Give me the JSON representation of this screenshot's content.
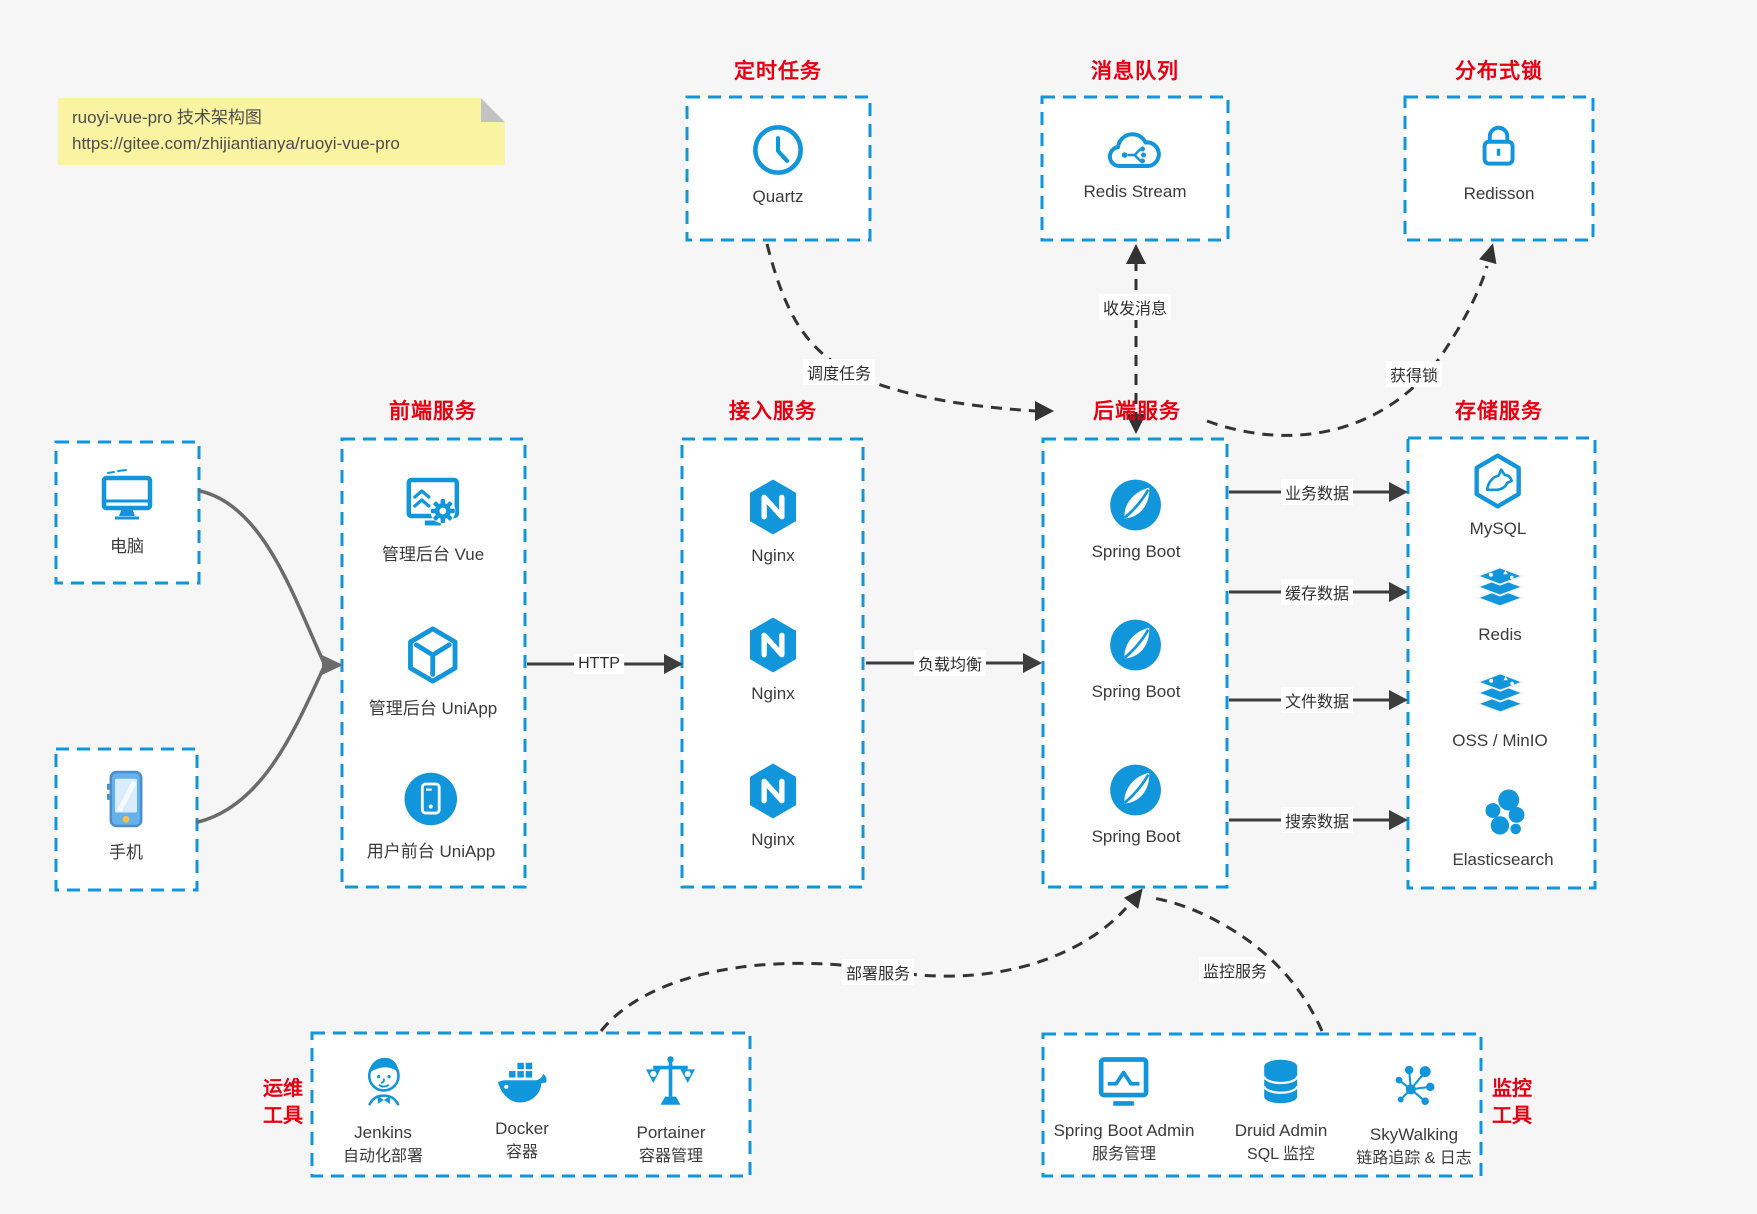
{
  "note": {
    "line1": "ruoyi-vue-pro 技术架构图",
    "line2": "https://gitee.com/zhijiantianya/ruoyi-vue-pro"
  },
  "colors": {
    "accent_blue": "#1296db",
    "title_red": "#e60012",
    "text_dark": "#3b3b3b",
    "note_yellow": "#faf3a2",
    "dashed_arrow": "#333333",
    "solid_arrow": "#3d3d3d",
    "client_arrow": "#6b6b6b",
    "background": "#f6f6f6"
  },
  "sections": {
    "scheduled_job": {
      "title": "定时任务",
      "item": {
        "label": "Quartz",
        "icon": "clock-icon"
      }
    },
    "message_queue": {
      "title": "消息队列",
      "item": {
        "label": "Redis Stream",
        "icon": "cloud-stream-icon"
      }
    },
    "distributed_lock": {
      "title": "分布式锁",
      "item": {
        "label": "Redisson",
        "icon": "lock-icon"
      }
    },
    "clients": {
      "pc": {
        "label": "电脑",
        "icon": "desktop-icon"
      },
      "mobile": {
        "label": "手机",
        "icon": "smartphone-icon"
      }
    },
    "frontend": {
      "title": "前端服务",
      "items": [
        {
          "label": "管理后台 Vue",
          "icon": "admin-vue-icon"
        },
        {
          "label": "管理后台 UniApp",
          "icon": "uniapp-hexagon-icon"
        },
        {
          "label": "用户前台 UniApp",
          "icon": "uniapp-app-icon"
        }
      ]
    },
    "gateway": {
      "title": "接入服务",
      "items": [
        {
          "label": "Nginx",
          "icon": "nginx-icon"
        },
        {
          "label": "Nginx",
          "icon": "nginx-icon"
        },
        {
          "label": "Nginx",
          "icon": "nginx-icon"
        }
      ]
    },
    "backend": {
      "title": "后端服务",
      "items": [
        {
          "label": "Spring Boot",
          "icon": "spring-boot-icon"
        },
        {
          "label": "Spring Boot",
          "icon": "spring-boot-icon"
        },
        {
          "label": "Spring Boot",
          "icon": "spring-boot-icon"
        }
      ]
    },
    "storage": {
      "title": "存储服务",
      "items": [
        {
          "label": "MySQL",
          "icon": "mysql-icon"
        },
        {
          "label": "Redis",
          "icon": "redis-stack-icon"
        },
        {
          "label": "OSS / MinIO",
          "icon": "object-storage-icon"
        },
        {
          "label": "Elasticsearch",
          "icon": "elasticsearch-icon"
        }
      ]
    },
    "ops_tools": {
      "title_line1": "运维",
      "title_line2": "工具",
      "items": [
        {
          "name": "Jenkins",
          "desc": "自动化部署",
          "icon": "jenkins-icon"
        },
        {
          "name": "Docker",
          "desc": "容器",
          "icon": "docker-whale-icon"
        },
        {
          "name": "Portainer",
          "desc": "容器管理",
          "icon": "portainer-scales-icon"
        }
      ]
    },
    "monitor_tools": {
      "title_line1": "监控",
      "title_line2": "工具",
      "items": [
        {
          "name": "Spring Boot Admin",
          "desc": "服务管理",
          "icon": "spring-boot-admin-icon"
        },
        {
          "name": "Druid Admin",
          "desc": "SQL 监控",
          "icon": "druid-database-icon"
        },
        {
          "name": "SkyWalking",
          "desc": "链路追踪 & 日志",
          "icon": "skywalking-icon"
        }
      ]
    }
  },
  "edges": {
    "http": "HTTP",
    "load_balance": "负载均衡",
    "schedule_job": "调度任务",
    "send_receive_msg": "收发消息",
    "acquire_lock": "获得锁",
    "business_data": "业务数据",
    "cache_data": "缓存数据",
    "file_data": "文件数据",
    "search_data": "搜索数据",
    "deploy_service": "部署服务",
    "monitor_service": "监控服务"
  }
}
